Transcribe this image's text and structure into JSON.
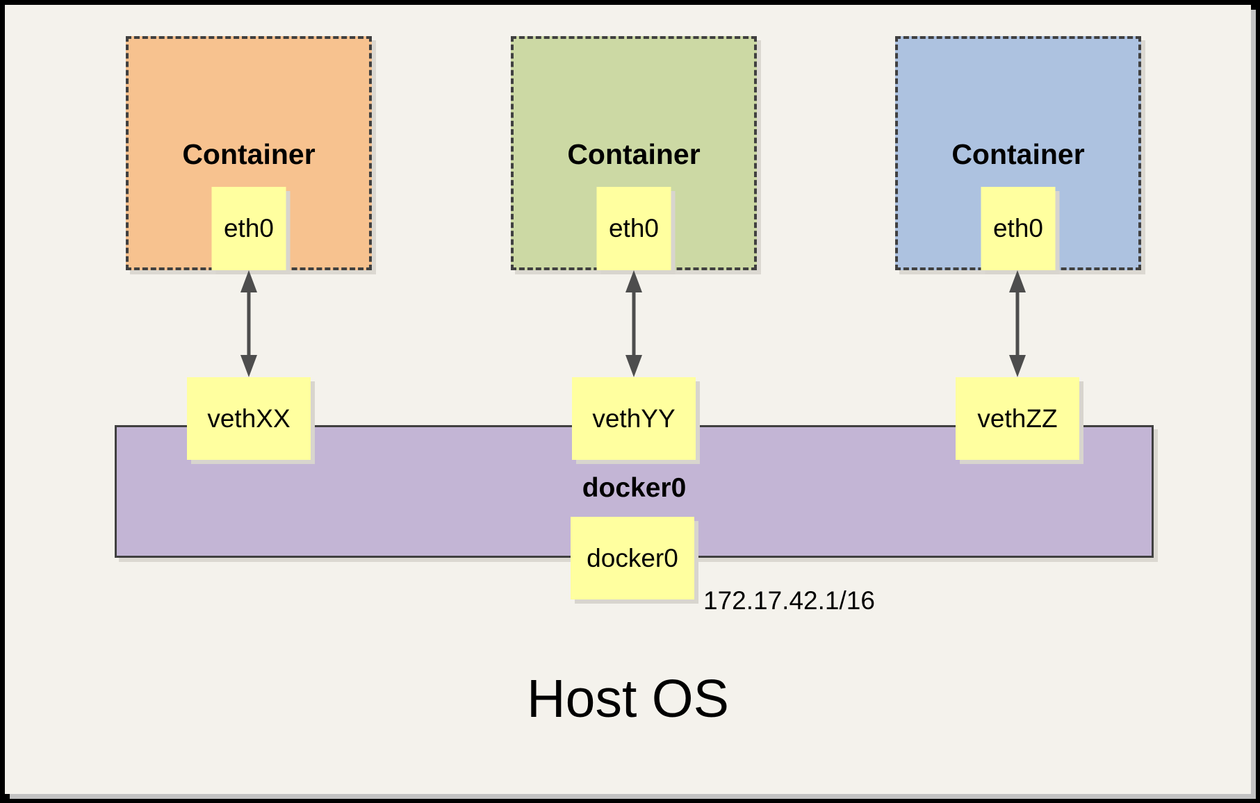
{
  "diagram": {
    "host_label": "Host OS",
    "containers": [
      {
        "label": "Container",
        "interface": "eth0",
        "veth": "vethXX",
        "fill": "#f7c28f"
      },
      {
        "label": "Container",
        "interface": "eth0",
        "veth": "vethYY",
        "fill": "#ccd9a4"
      },
      {
        "label": "Container",
        "interface": "eth0",
        "veth": "vethZZ",
        "fill": "#adc2e0"
      }
    ],
    "bridge": {
      "name": "docker0",
      "interface_label": "docker0",
      "ip": "172.17.42.1/16",
      "fill": "#c3b5d5"
    },
    "colors": {
      "page_background": "#f4f2ec",
      "frame": "#000000",
      "note_fill": "#ffff9f",
      "dashed_border": "#404040",
      "arrow": "#4d4d4d",
      "shadow": "#c3c3c3"
    }
  }
}
